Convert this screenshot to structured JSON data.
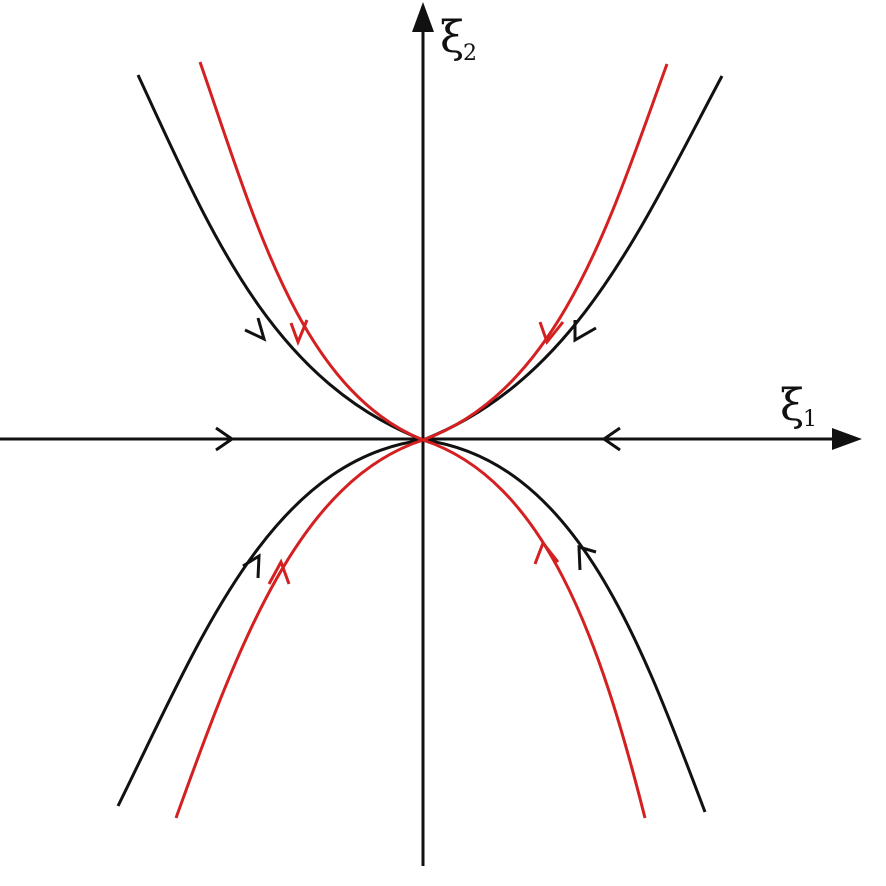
{
  "axes": {
    "x": {
      "symbol": "ξ",
      "subscript": "1"
    },
    "y": {
      "symbol": "ξ",
      "subscript": "2"
    }
  },
  "colors": {
    "axis": "#111111",
    "black_trajectory": "#111111",
    "red_trajectory": "#d42020"
  }
}
